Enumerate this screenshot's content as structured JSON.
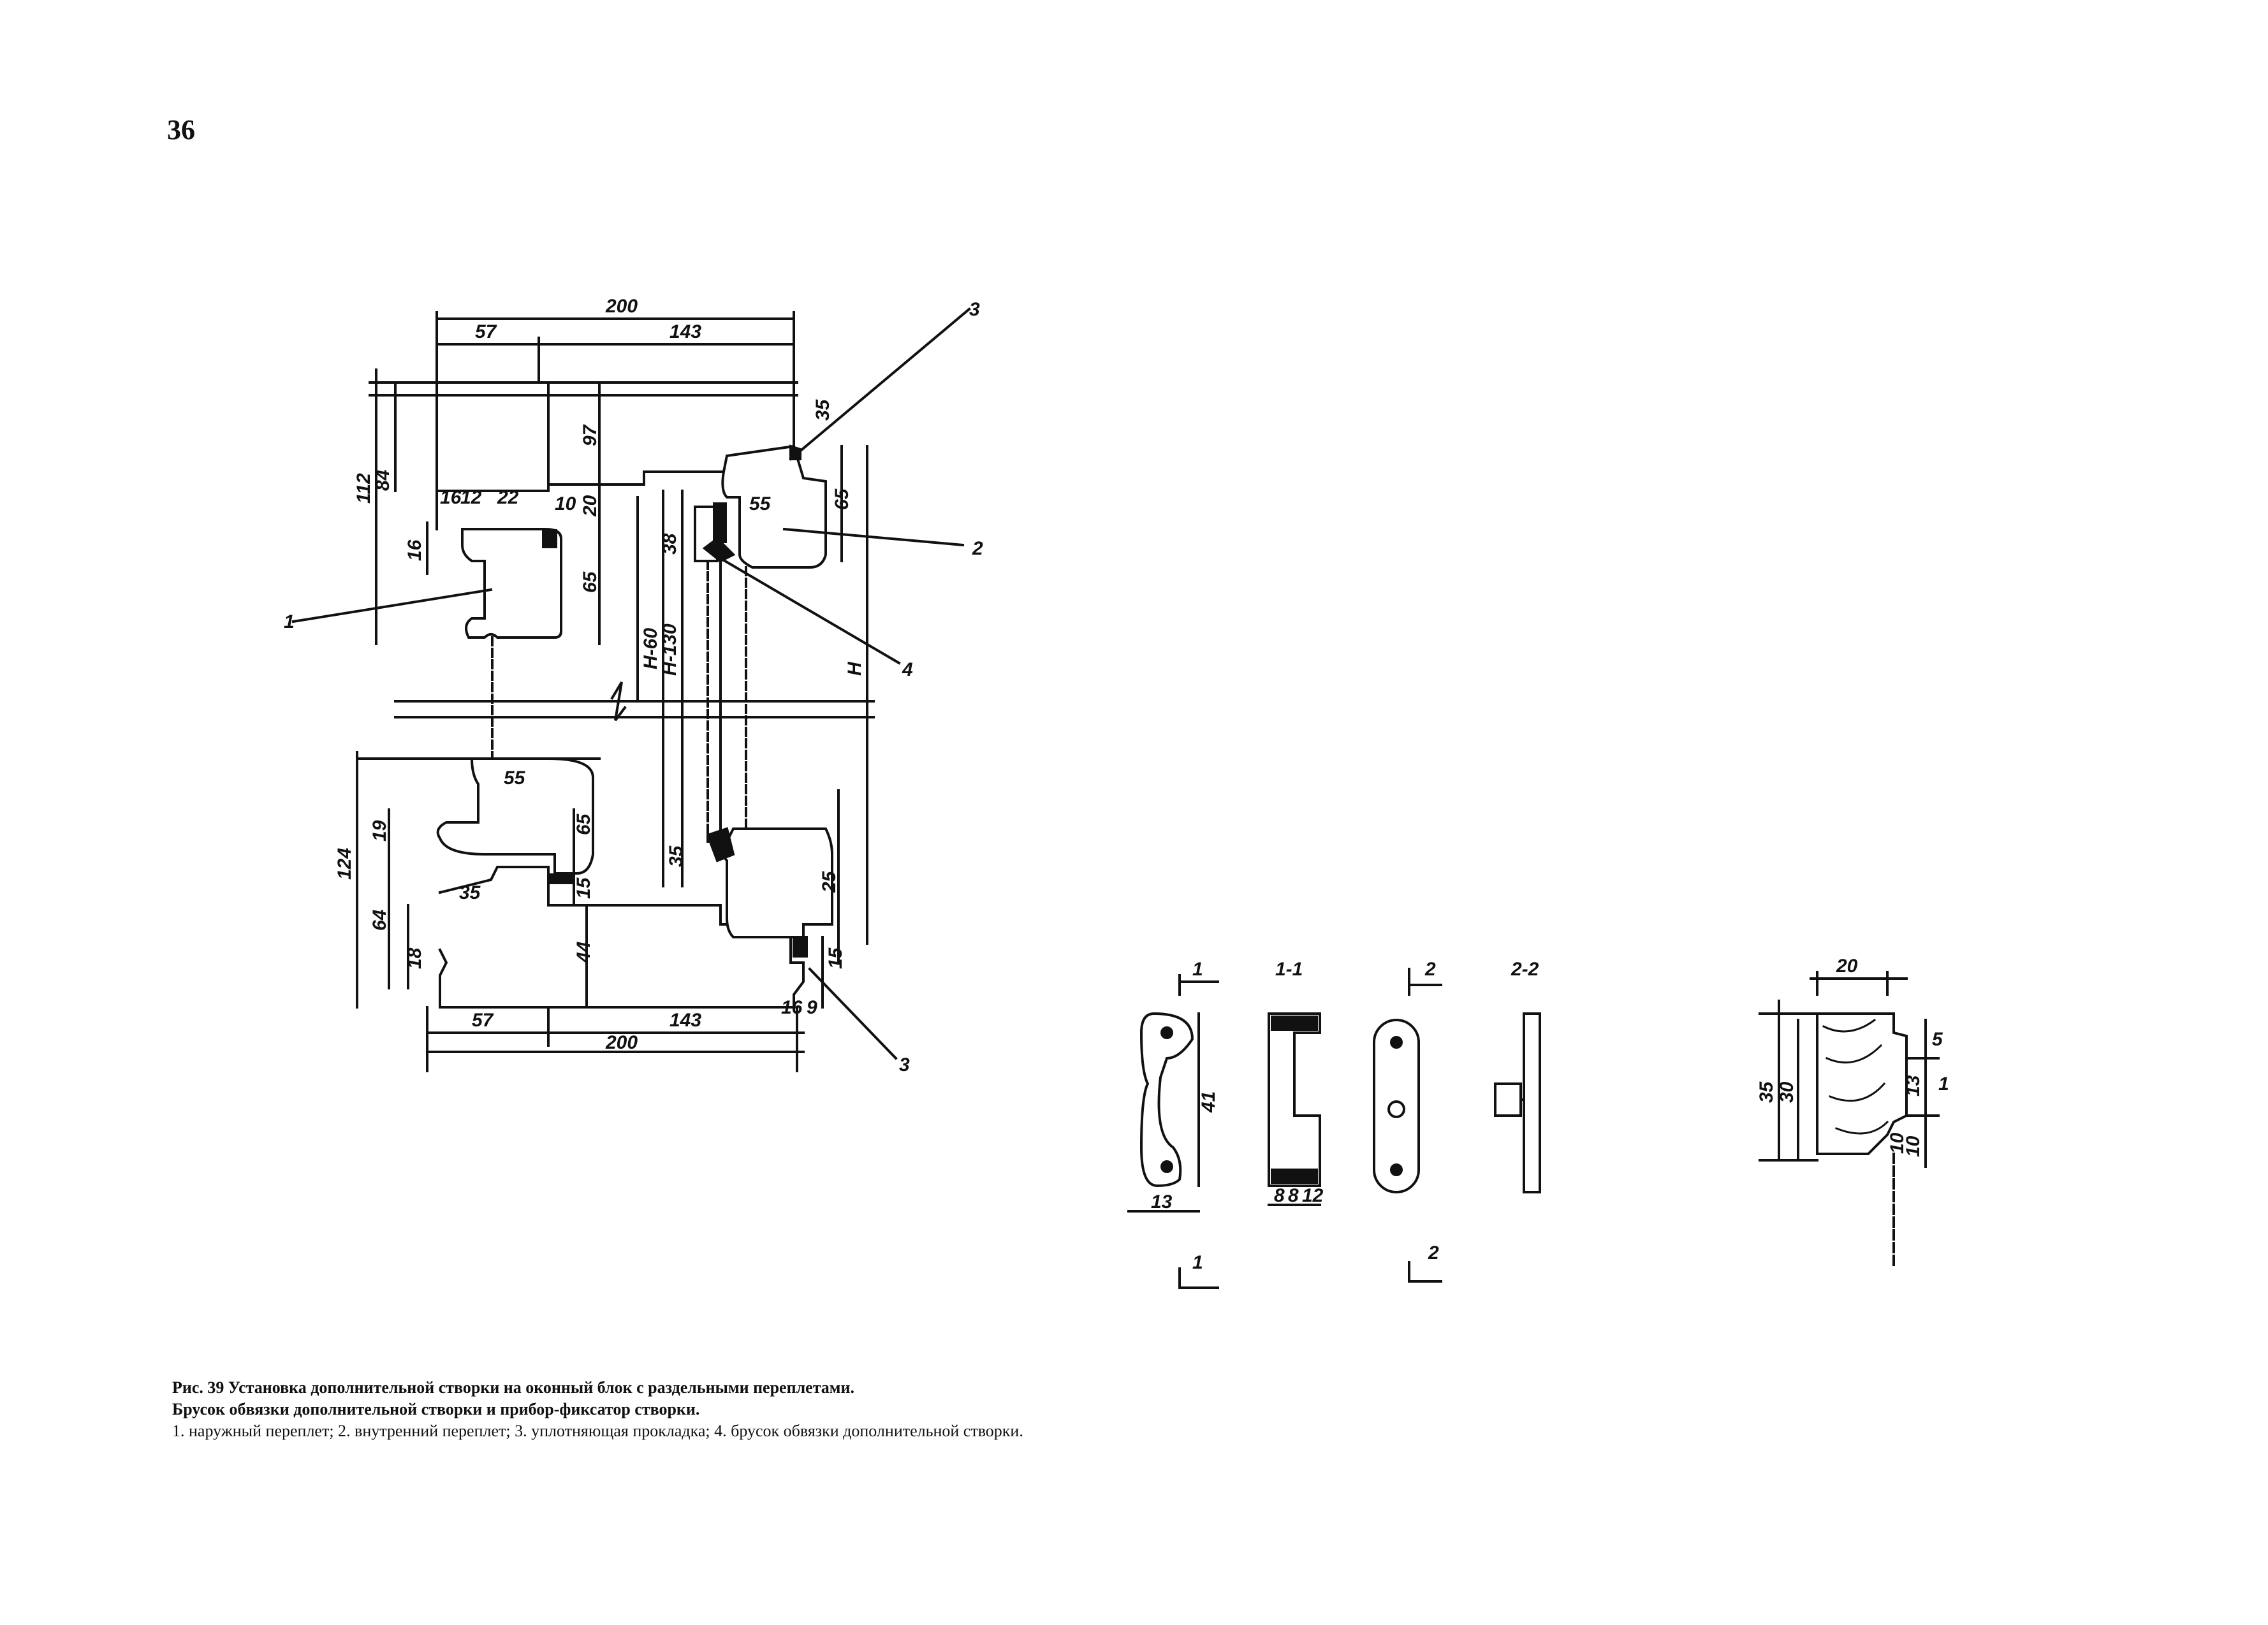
{
  "page_number": "36",
  "main_section": {
    "dims_top": {
      "overall": "200",
      "left": "57",
      "right": "143"
    },
    "dims_bottom": {
      "overall": "200",
      "left": "57",
      "right": "143"
    },
    "dims_upper_left": [
      "112",
      "84",
      "16",
      "12",
      "22",
      "10",
      "16"
    ],
    "dims_upper_mid": [
      "97",
      "20",
      "65"
    ],
    "dims_upper_right": [
      "35",
      "55",
      "65",
      "38"
    ],
    "dims_heights": [
      "H-60",
      "H-130",
      "H"
    ],
    "dims_lower_left": [
      "124",
      "19",
      "64",
      "18",
      "35",
      "55",
      "65",
      "15",
      "44"
    ],
    "dims_lower_right": [
      "35",
      "25",
      "15",
      "16",
      "9"
    ],
    "callouts": [
      "1",
      "2",
      "3",
      "4",
      "3"
    ]
  },
  "fixator": {
    "section_marks": [
      "1",
      "1-1",
      "2",
      "2-2",
      "1",
      "2"
    ],
    "dims": [
      "41",
      "13",
      "8",
      "8",
      "12"
    ]
  },
  "profile_detail": {
    "dims": [
      "20",
      "35",
      "30",
      "5",
      "13",
      "1",
      "10",
      "10"
    ]
  },
  "caption": {
    "title": "Рис. 39 Установка дополнительной створки на оконный блок с раздельными переплетами.",
    "subtitle": "Брусок обвязки дополнительной створки и прибор-фиксатор створки.",
    "legend": "1. наружный переплет; 2. внутренний переплет; 3. уплотняющая прокладка; 4. брусок обвязки дополнительной створки."
  }
}
